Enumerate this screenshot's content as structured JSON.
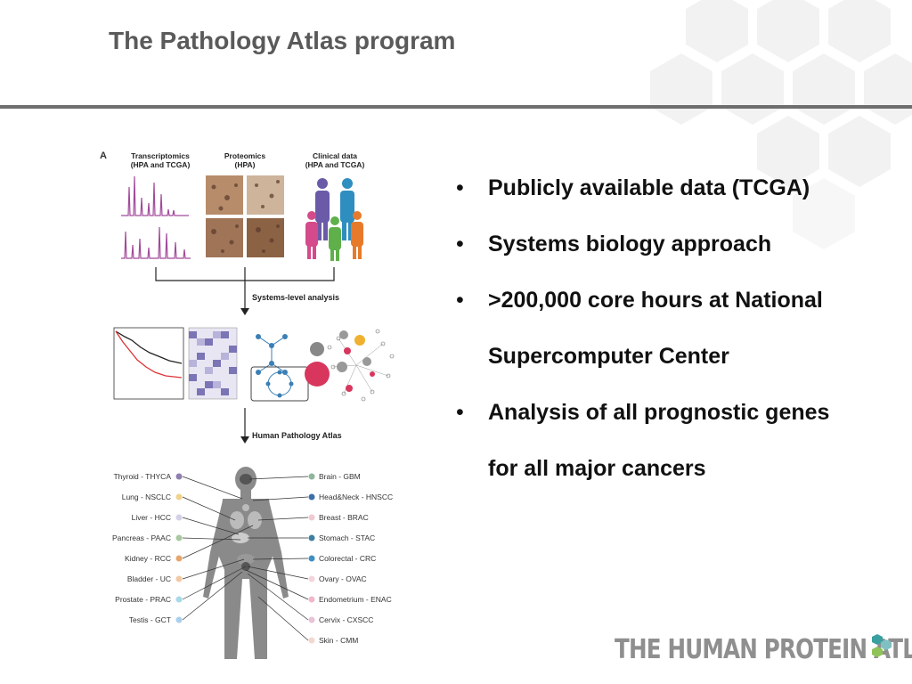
{
  "slide": {
    "title": "The Pathology Atlas program",
    "bullets": [
      {
        "lines": [
          "Publicly available data (TCGA)"
        ]
      },
      {
        "lines": [
          "Systems biology approach"
        ]
      },
      {
        "lines": [
          ">200,000 core hours at National",
          "Supercomputer Center"
        ]
      },
      {
        "lines": [
          "Analysis of all prognostic genes",
          "for all major cancers"
        ]
      }
    ],
    "logo_text": "THE HUMAN PROTEIN ATLAS"
  },
  "figure": {
    "panel_label": "A",
    "columns": [
      {
        "line1": "Transcriptomics",
        "line2": "(HPA and TCGA)"
      },
      {
        "line1": "Proteomics",
        "line2": "(HPA)"
      },
      {
        "line1": "Clinical data",
        "line2": "(HPA and TCGA)"
      }
    ],
    "step1": "Systems-level analysis",
    "step2": "Human Pathology Atlas",
    "left_cancers": [
      {
        "label": "Thyroid - THYCA",
        "color": "#8e7fb0"
      },
      {
        "label": "Lung - NSCLC",
        "color": "#f1d28a"
      },
      {
        "label": "Liver - HCC",
        "color": "#d5d0e8"
      },
      {
        "label": "Pancreas - PAAC",
        "color": "#a9c9a1"
      },
      {
        "label": "Kidney - RCC",
        "color": "#e8a56e"
      },
      {
        "label": "Bladder - UC",
        "color": "#f2c9a3"
      },
      {
        "label": "Prostate - PRAC",
        "color": "#a8d8ea"
      },
      {
        "label": "Testis - GCT",
        "color": "#a9cfee"
      }
    ],
    "right_cancers": [
      {
        "label": "Brain - GBM",
        "color": "#8fb59a"
      },
      {
        "label": "Head&Neck - HNSCC",
        "color": "#3c6fa8"
      },
      {
        "label": "Breast - BRAC",
        "color": "#f0c9d2"
      },
      {
        "label": "Stomach - STAC",
        "color": "#3f7fa0"
      },
      {
        "label": "Colorectal - CRC",
        "color": "#3f8fc0"
      },
      {
        "label": "Ovary - OVAC",
        "color": "#f5d4dc"
      },
      {
        "label": "Endometrium - ENAC",
        "color": "#f0b8c8"
      },
      {
        "label": "Cervix - CXSCC",
        "color": "#e9c3d7"
      },
      {
        "label": "Skin - CMM",
        "color": "#f3d8d0"
      }
    ]
  }
}
